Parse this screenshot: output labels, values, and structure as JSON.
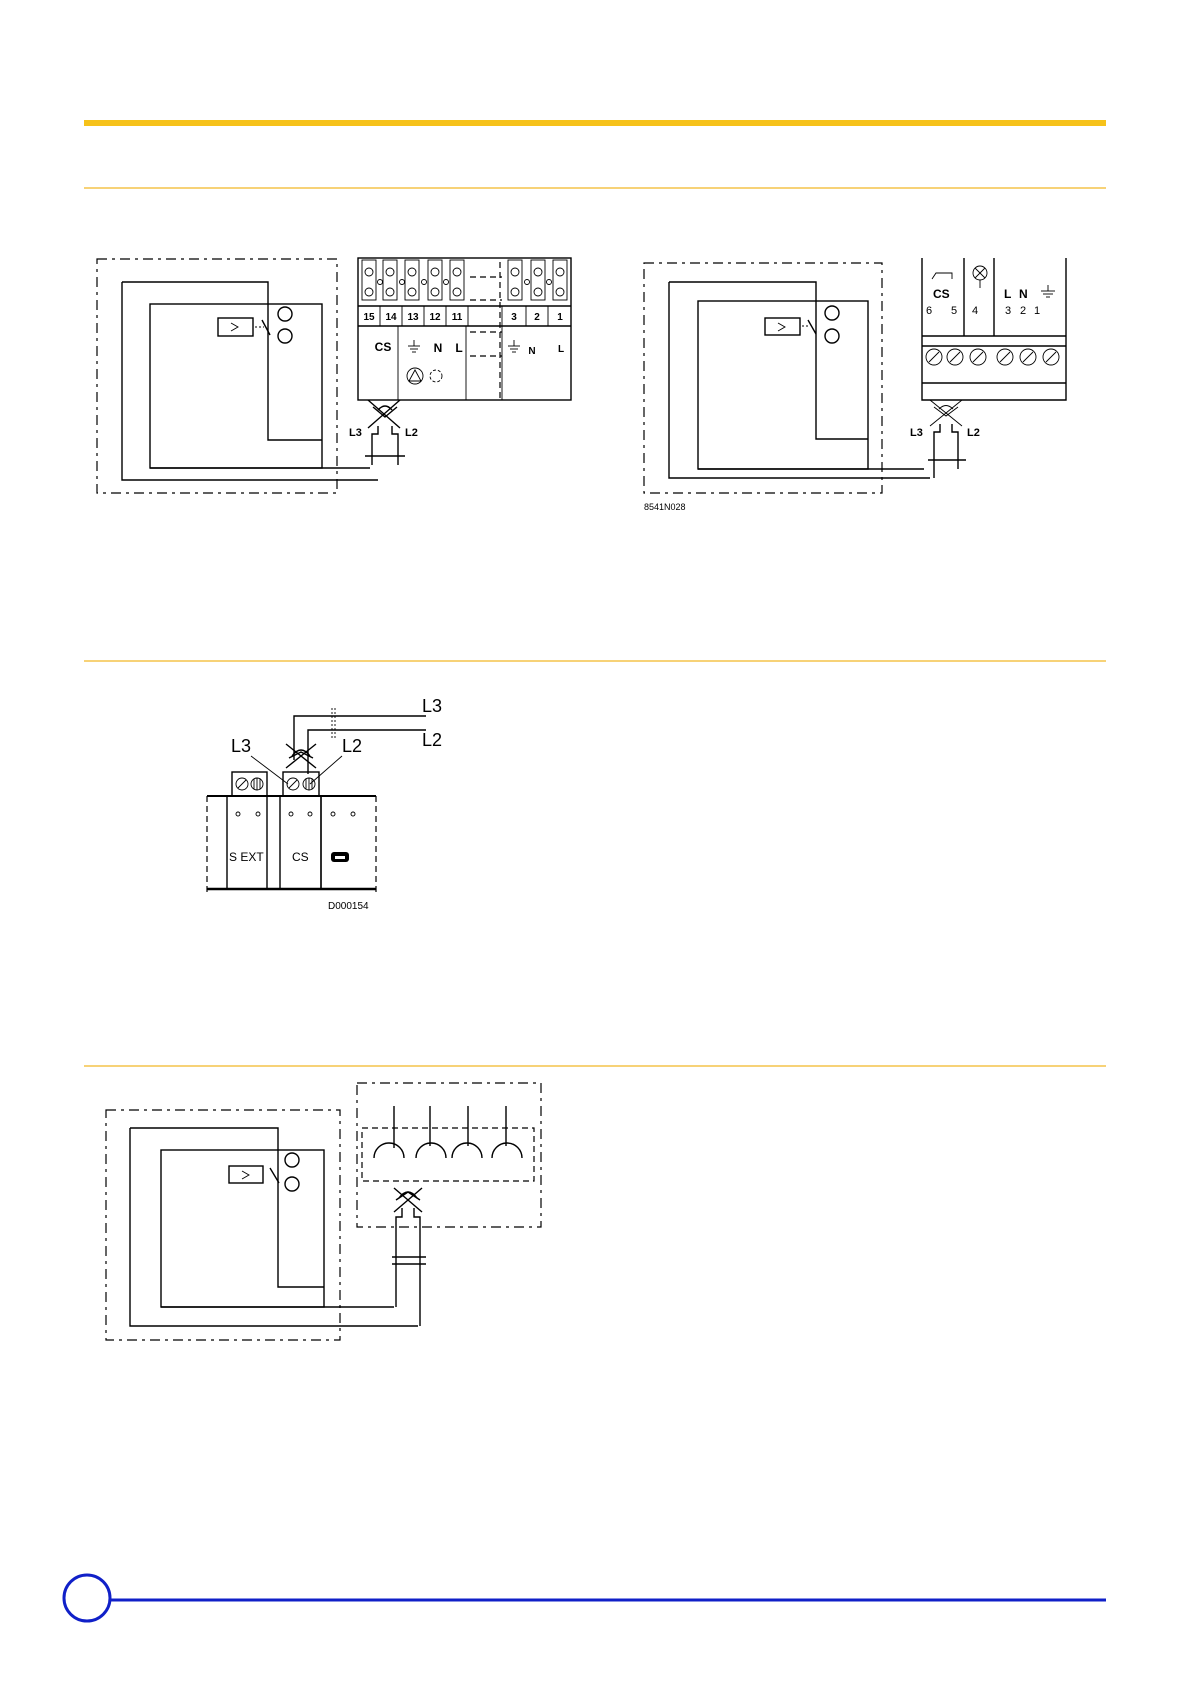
{
  "colors": {
    "accent": "#f6c21a",
    "rule": "#f2b626",
    "footer": "#1020c8"
  },
  "diagram1": {
    "terminal_numbers": [
      "15",
      "14",
      "13",
      "12",
      "11",
      "3",
      "2",
      "1"
    ],
    "function_labels": {
      "cs": "CS",
      "n": "N",
      "l": "L",
      "n2": "N",
      "l2": "L"
    },
    "wire_labels": {
      "left": "L3",
      "right": "L2"
    }
  },
  "diagram2": {
    "header_cs": "CS",
    "header_l": "L",
    "header_n": "N",
    "numbers": [
      "6",
      "5",
      "4",
      "3",
      "2",
      "1"
    ],
    "wire_labels": {
      "left": "L3",
      "right": "L2"
    },
    "code": "8541N028"
  },
  "diagram3": {
    "labels": {
      "l3_top": "L3",
      "l2_top": "L2",
      "l3_left": "L3",
      "l2_right": "L2"
    },
    "slot_labels": {
      "s_ext": "S EXT",
      "cs": "CS"
    },
    "code": "D000154"
  },
  "icons": [
    "ground-icon",
    "pump-icon",
    "fan-icon",
    "lamp-icon",
    "thermostat-icon",
    "telephone-socket-icon",
    "relay-icon"
  ]
}
